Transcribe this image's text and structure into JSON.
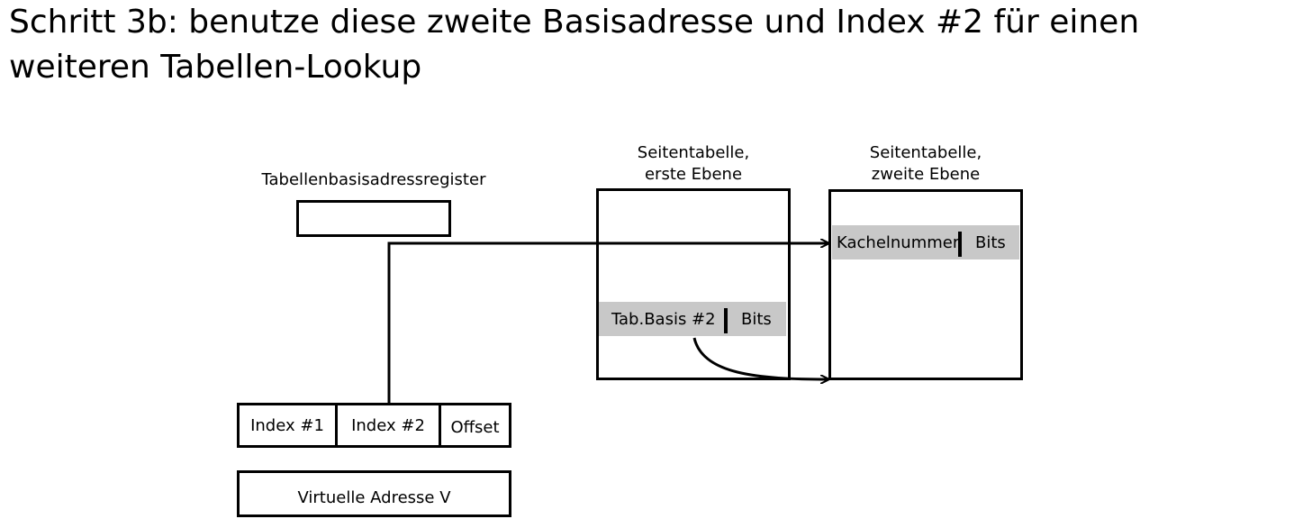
{
  "title": "Schritt 3b: benutze diese zweite Basisadresse und Index #2 für einen weiteren Tabellen-Lookup",
  "register": {
    "label": "Tabellenbasisadressregister"
  },
  "table1": {
    "label_line1": "Seitentabelle,",
    "label_line2": "erste Ebene",
    "entry_left": "Tab.Basis #2",
    "entry_right": "Bits"
  },
  "table2": {
    "label_line1": "Seitentabelle,",
    "label_line2": "zweite Ebene",
    "entry_left": "Kachelnummer",
    "entry_right": "Bits"
  },
  "address": {
    "fields": [
      "Index #1",
      "Index #2",
      "Offset"
    ],
    "label": "Virtuelle Adresse V"
  }
}
